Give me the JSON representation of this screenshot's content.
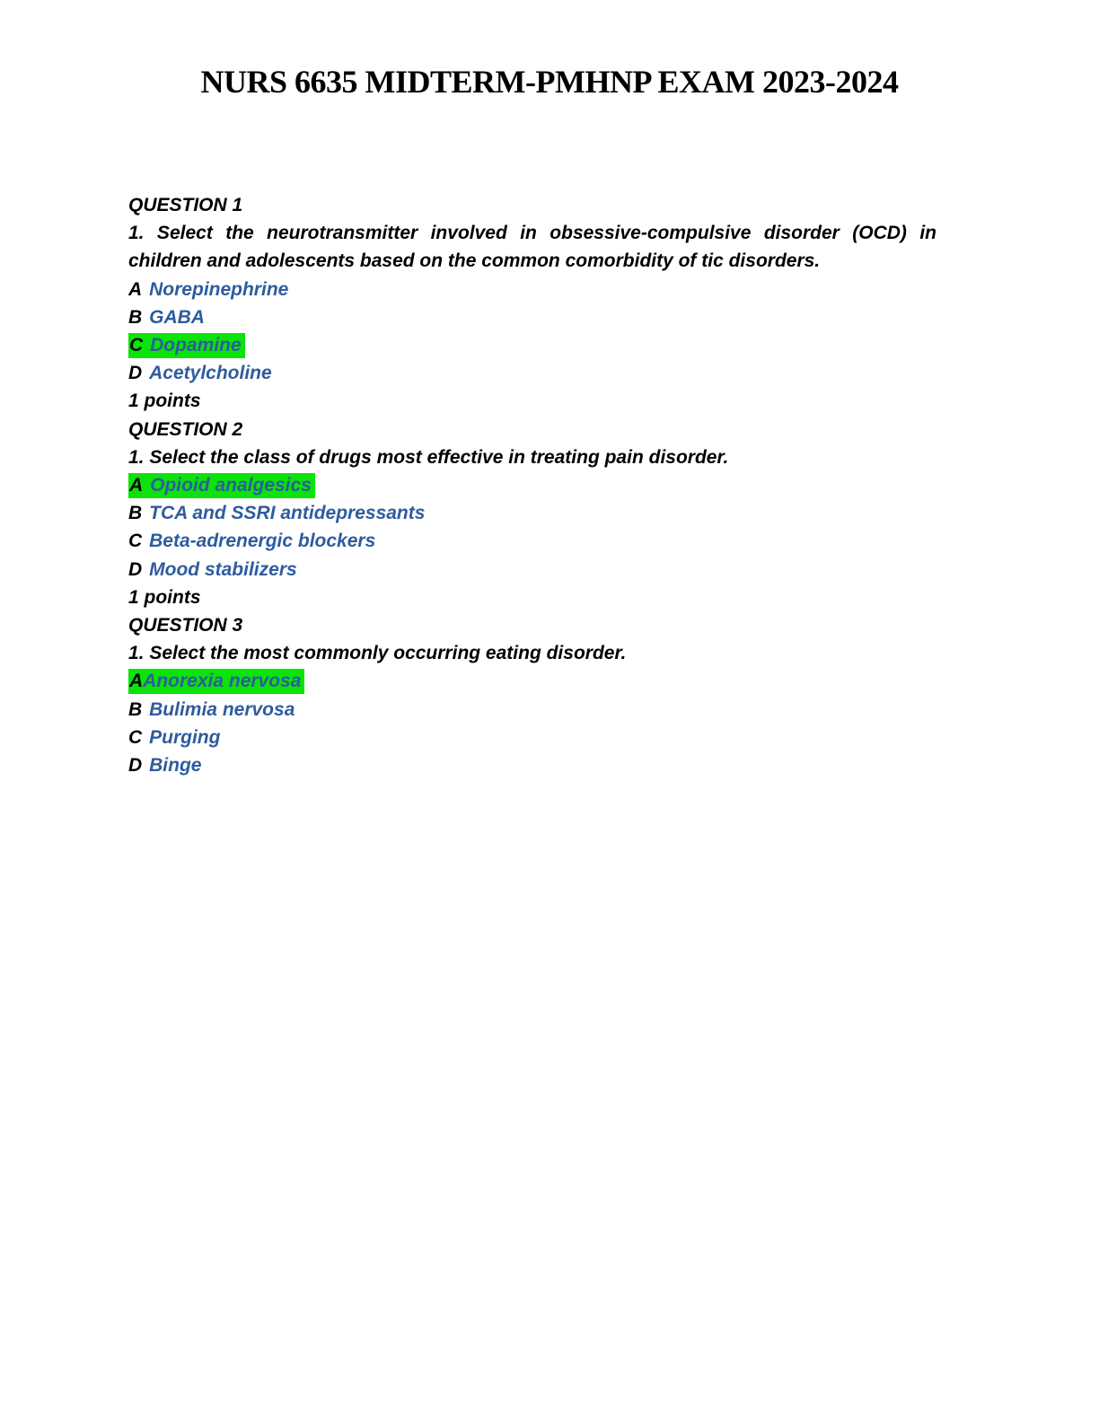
{
  "page_title": "NURS 6635 MIDTERM-PMHNP EXAM 2023-2024",
  "colors": {
    "highlight_green": "#0be30b",
    "answer_blue": "#2e5c9e",
    "body_text": "#000000",
    "page_background": "#ffffff"
  },
  "questions": [
    {
      "header": "QUESTION 1",
      "prompt_lines": [
        "1. Select the neurotransmitter involved in obsessive-compulsive disorder (OCD) in",
        "children and adolescents based on the common comorbidity of tic disorders."
      ],
      "options": [
        {
          "letter": "A",
          "text": "Norepinephrine",
          "highlighted": false
        },
        {
          "letter": "B",
          "text": "GABA",
          "highlighted": false
        },
        {
          "letter": "C",
          "text": "Dopamine",
          "highlighted": true
        },
        {
          "letter": "D",
          "text": "Acetylcholine",
          "highlighted": false
        }
      ],
      "points_label": "1 points"
    },
    {
      "header": "QUESTION 2",
      "prompt_lines": [
        "1. Select the class of drugs most effective in treating pain disorder."
      ],
      "options": [
        {
          "letter": "A",
          "text": "Opioid analgesics",
          "highlighted": true
        },
        {
          "letter": "B",
          "text": "TCA and SSRI antidepressants",
          "highlighted": false
        },
        {
          "letter": "C",
          "text": "Beta-adrenergic blockers",
          "highlighted": false
        },
        {
          "letter": "D",
          "text": "Mood stabilizers",
          "highlighted": false
        }
      ],
      "points_label": "1 points"
    },
    {
      "header": "QUESTION 3",
      "prompt_lines": [
        "1. Select the most commonly occurring eating disorder."
      ],
      "options": [
        {
          "letter": "A",
          "text": "Anorexia nervosa",
          "highlighted": true
        },
        {
          "letter": "B",
          "text": "Bulimia nervosa",
          "highlighted": false
        },
        {
          "letter": "C",
          "text": "Purging",
          "highlighted": false
        },
        {
          "letter": "D",
          "text": "Binge",
          "highlighted": false
        }
      ]
    }
  ]
}
